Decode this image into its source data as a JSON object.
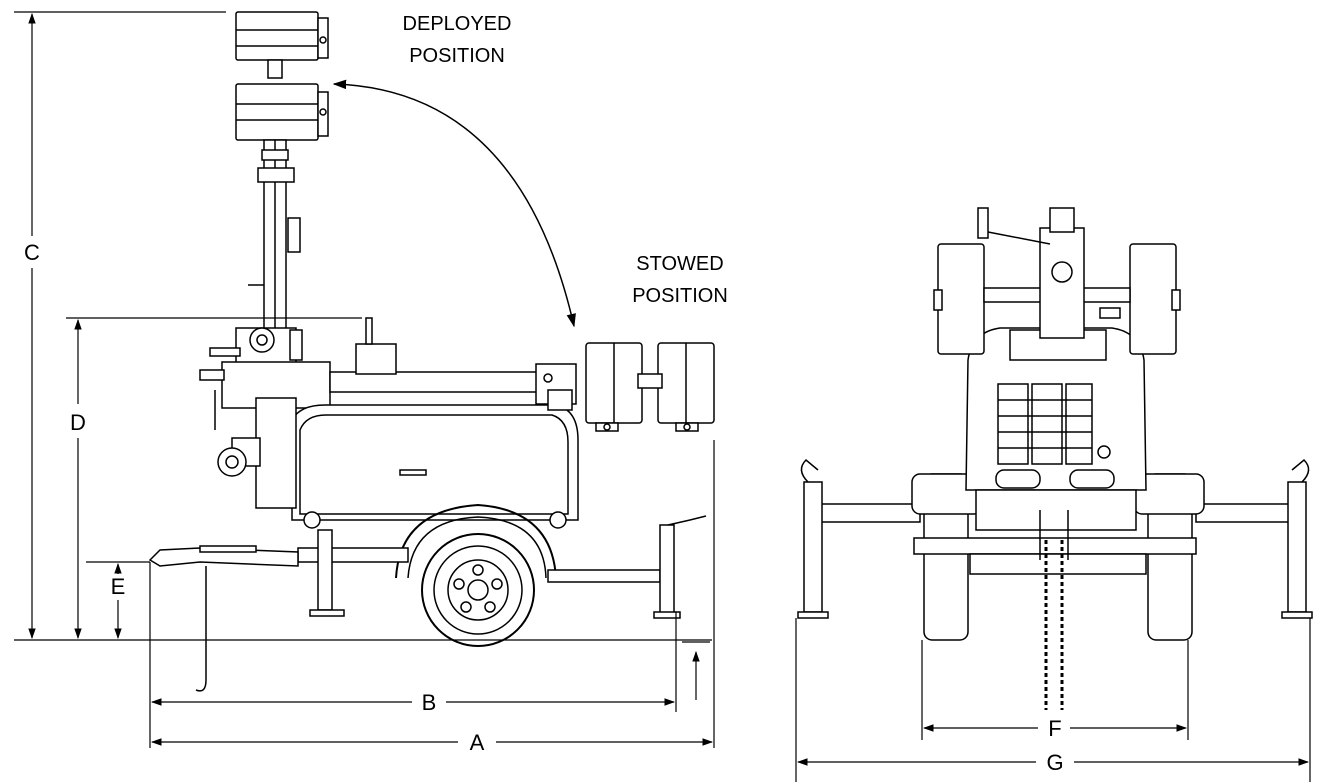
{
  "annotations": {
    "deployed_line1": "DEPLOYED",
    "deployed_line2": "POSITION",
    "stowed_line1": "STOWED",
    "stowed_line2": "POSITION"
  },
  "dimensions": {
    "A": "A",
    "B": "B",
    "C": "C",
    "D": "D",
    "E": "E",
    "F": "F",
    "G": "G"
  },
  "colors": {
    "ink": "#000000",
    "paper": "#ffffff"
  }
}
